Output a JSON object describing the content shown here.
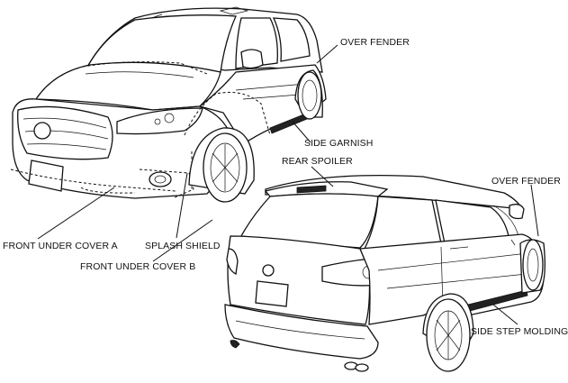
{
  "labels": {
    "over_fender_front": "OVER FENDER",
    "side_garnish": "SIDE GARNISH",
    "rear_spoiler": "REAR SPOILER",
    "over_fender_rear": "OVER FENDER",
    "front_under_cover_a": "FRONT UNDER COVER A",
    "splash_shield": "SPLASH SHIELD",
    "front_under_cover_b": "FRONT UNDER COVER B",
    "side_step_molding": "SIDE STEP MOLDING"
  }
}
